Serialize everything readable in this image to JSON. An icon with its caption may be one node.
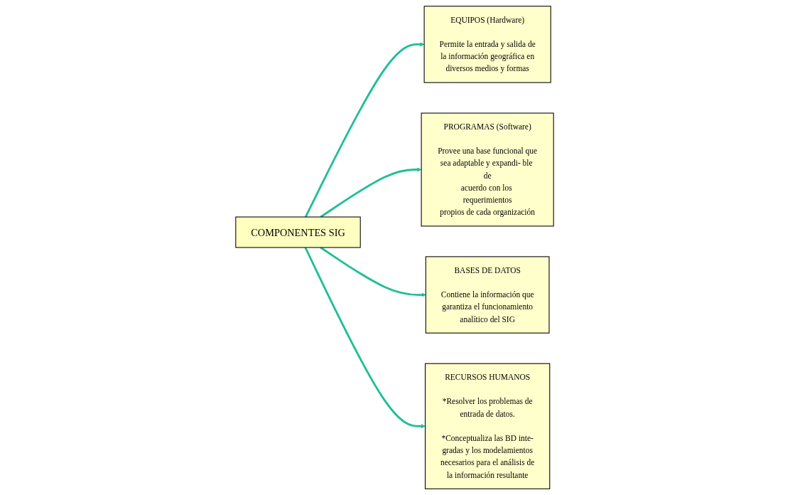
{
  "diagram": {
    "nodes": [
      {
        "text": [
          "EQUIPOS (Hardware)",
          "Permite la entrada y salida de la información geográfica en diversos medios y formas"
        ]
      },
      {
        "text": [
          "PROGRAMAS (Software)",
          "Provee una base funcional que sea adaptable y expandi- ble de acuerdo con los requerimientos propios de cada organización"
        ]
      },
      {
        "text": [
          "COMPONENTES SIG"
        ]
      },
      {
        "text": [
          "BASES DE DATOS",
          "Contiene la información que garantiza el funcionamiento analítico del SIG"
        ]
      },
      {
        "text": [
          "RECURSOS HUMANOS",
          "*Resolver los problemas de entrada de datos.",
          "*Conceptualiza las BD inte- gradas y los modelamientos necesarios para el análisis de la información resultante"
        ]
      }
    ],
    "edges": [
      {
        "from": 2,
        "to": 0,
        "arrow": "to"
      },
      {
        "from": 2,
        "to": 1,
        "arrow": "to"
      },
      {
        "from": 2,
        "to": 3,
        "arrow": "to"
      },
      {
        "from": 2,
        "to": 4,
        "arrow": "to"
      }
    ]
  }
}
